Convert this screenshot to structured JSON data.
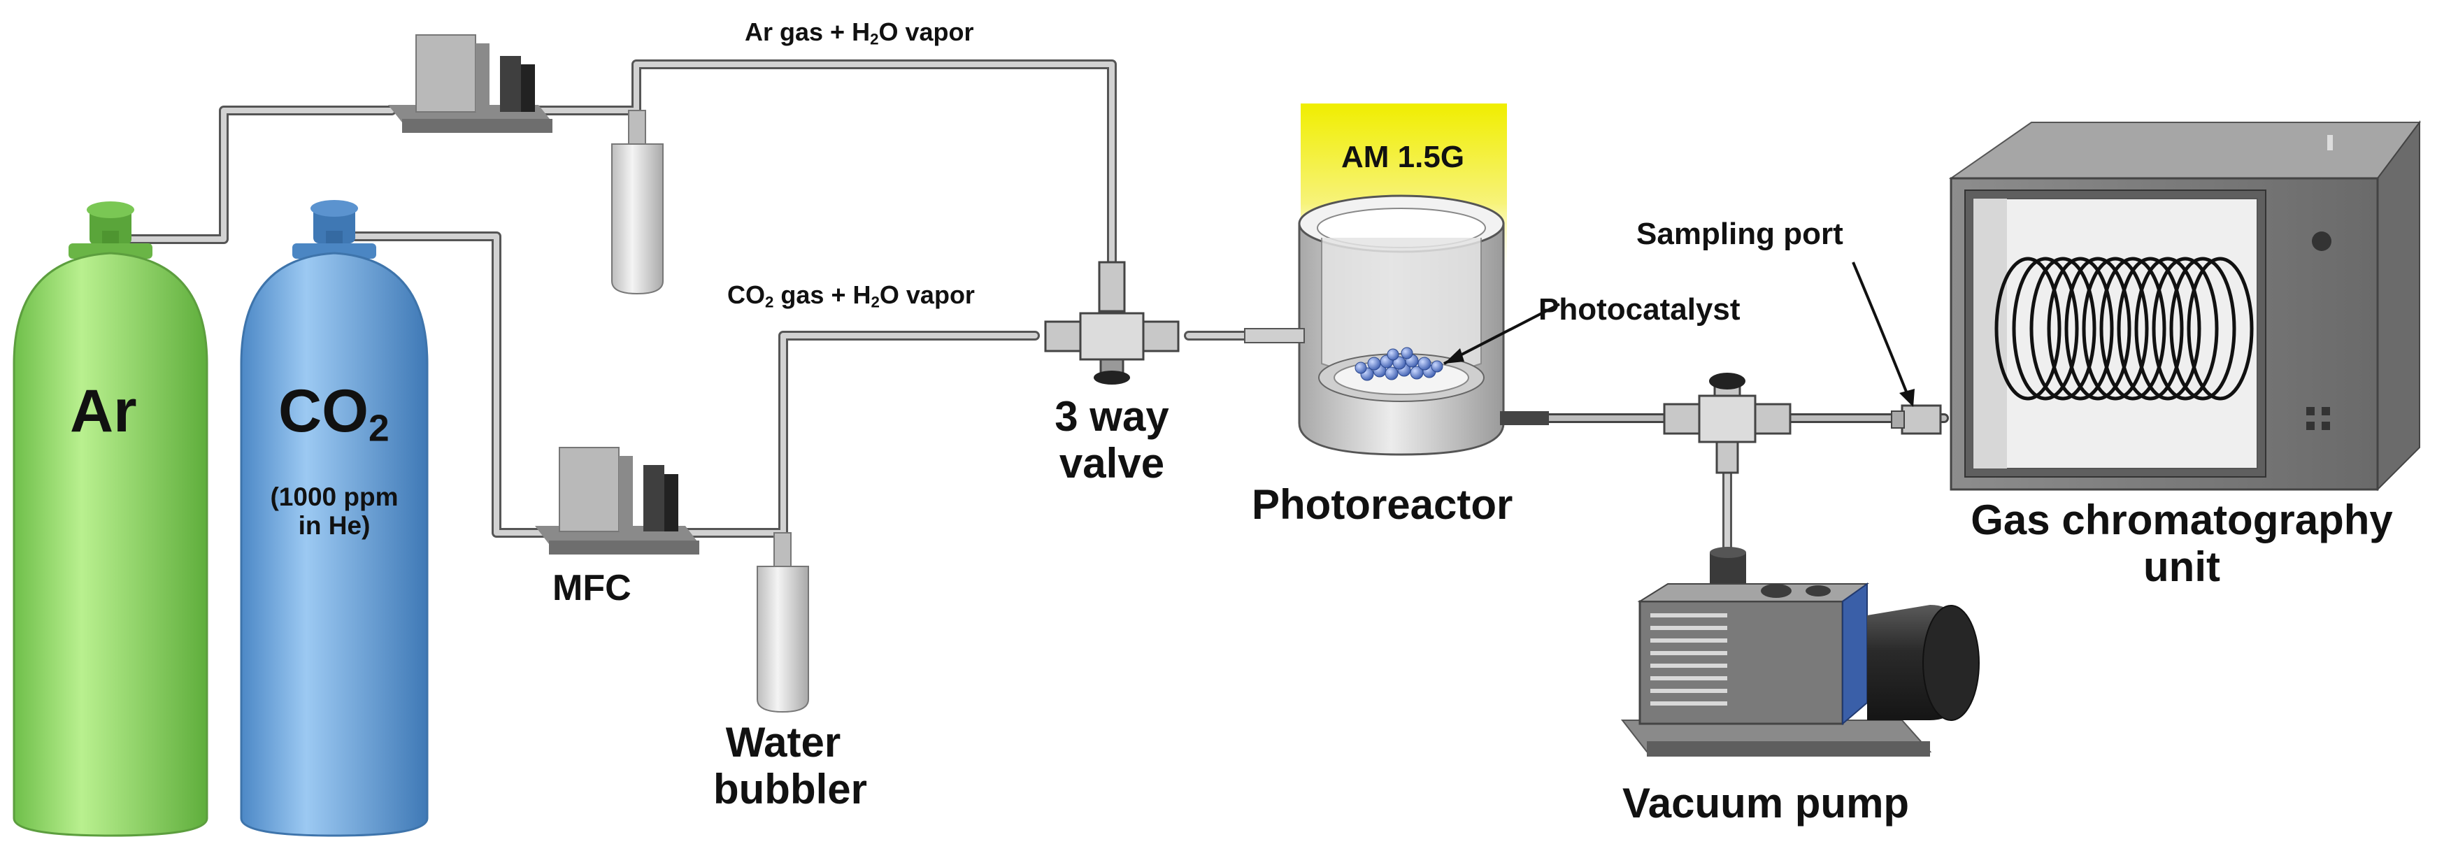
{
  "labels": {
    "ar_tank": "Ar",
    "co2_tank": {
      "main": "CO",
      "sub": "2",
      "note_line1": "(1000 ppm",
      "note_line2": "in He)"
    },
    "ar_line": {
      "pre": "Ar gas + H",
      "sub": "2",
      "post": "O vapor"
    },
    "co2_line": {
      "pre1": "CO",
      "sub1": "2",
      "mid": " gas + H",
      "sub2": "2",
      "post": "O vapor"
    },
    "mfc": "MFC",
    "water_bubbler_line1": "Water",
    "water_bubbler_line2": "bubbler",
    "valve_line1": "3 way",
    "valve_line2": "valve",
    "light_source": "AM 1.5G",
    "photocatalyst": "Photocatalyst",
    "photoreactor": "Photoreactor",
    "sampling_port": "Sampling port",
    "gc_line1": "Gas chromatography",
    "gc_line2": "unit",
    "vacuum_pump": "Vacuum pump"
  },
  "colors": {
    "ar_cylinder": "#8fd46a",
    "co2_cylinder": "#6aa6e0",
    "light": "#f2ef00",
    "pipe": "#b4b4b4",
    "gc_body": "#7a7a7a",
    "pump_accent": "#3a5fa8"
  }
}
